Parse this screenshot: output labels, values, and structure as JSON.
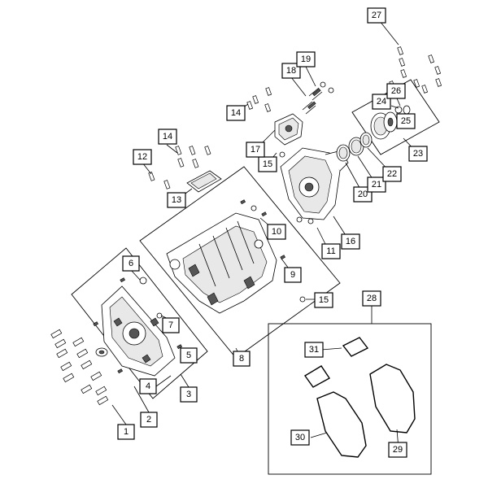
{
  "diagram": {
    "callouts": [
      {
        "id": "c1",
        "label": "1"
      },
      {
        "id": "c2",
        "label": "2"
      },
      {
        "id": "c3",
        "label": "3"
      },
      {
        "id": "c4",
        "label": "4"
      },
      {
        "id": "c5",
        "label": "5"
      },
      {
        "id": "c6",
        "label": "6"
      },
      {
        "id": "c7",
        "label": "7"
      },
      {
        "id": "c8",
        "label": "8"
      },
      {
        "id": "c9",
        "label": "9"
      },
      {
        "id": "c10",
        "label": "10"
      },
      {
        "id": "c11",
        "label": "11"
      },
      {
        "id": "c12",
        "label": "12"
      },
      {
        "id": "c13",
        "label": "13"
      },
      {
        "id": "c14a",
        "label": "14"
      },
      {
        "id": "c14b",
        "label": "14"
      },
      {
        "id": "c15a",
        "label": "15"
      },
      {
        "id": "c15b",
        "label": "15"
      },
      {
        "id": "c16",
        "label": "16"
      },
      {
        "id": "c17",
        "label": "17"
      },
      {
        "id": "c18",
        "label": "18"
      },
      {
        "id": "c19",
        "label": "19"
      },
      {
        "id": "c20",
        "label": "20"
      },
      {
        "id": "c21",
        "label": "21"
      },
      {
        "id": "c22",
        "label": "22"
      },
      {
        "id": "c23",
        "label": "23"
      },
      {
        "id": "c24",
        "label": "24"
      },
      {
        "id": "c25",
        "label": "25"
      },
      {
        "id": "c26",
        "label": "26"
      },
      {
        "id": "c27",
        "label": "27"
      },
      {
        "id": "c28",
        "label": "28"
      },
      {
        "id": "c29",
        "label": "29"
      },
      {
        "id": "c30",
        "label": "30"
      },
      {
        "id": "c31",
        "label": "31"
      }
    ]
  }
}
